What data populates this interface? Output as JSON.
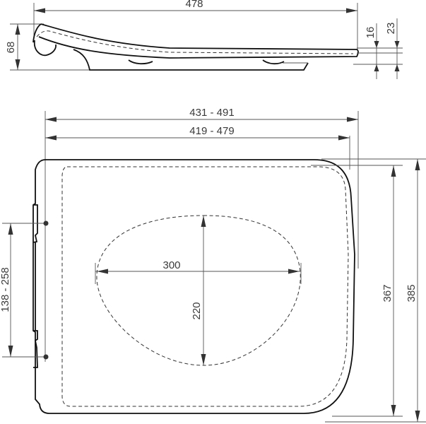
{
  "drawing": {
    "title": "Toilet seat dimension drawing",
    "units": "mm",
    "colors": {
      "line": "#111111",
      "dimension": "#555555",
      "text": "#3a3a3a",
      "background": "#ffffff"
    }
  },
  "side_view": {
    "length_label": "478",
    "height_label": "68",
    "seat_thickness_label": "16",
    "overall_front_height_label": "23"
  },
  "top_view": {
    "width_max_label": "431 - 491",
    "width_min_label": "419 - 479",
    "hinge_spacing_label": "138 - 258",
    "opening_width_label": "300",
    "opening_depth_label": "220",
    "inner_depth_label": "367",
    "overall_depth_label": "385"
  }
}
